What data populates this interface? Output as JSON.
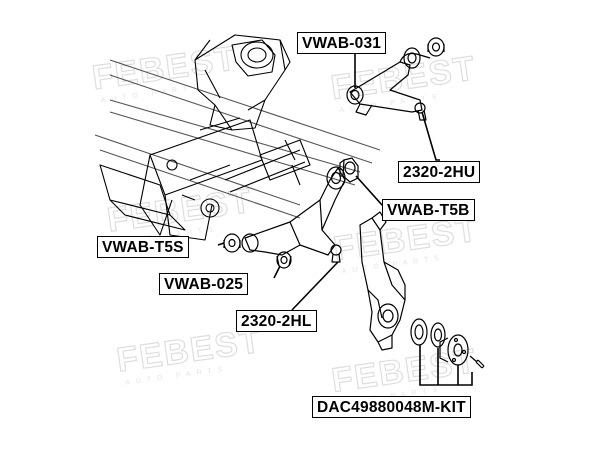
{
  "watermark": {
    "brand": "FEBEST",
    "tagline": "AUTO PARTS"
  },
  "parts": [
    {
      "id": "vwab-031",
      "label": "VWAB-031"
    },
    {
      "id": "2320-2hu",
      "label": "2320-2HU"
    },
    {
      "id": "vwab-t5b",
      "label": "VWAB-T5B"
    },
    {
      "id": "vwab-t5s",
      "label": "VWAB-T5S"
    },
    {
      "id": "vwab-025",
      "label": "VWAB-025"
    },
    {
      "id": "2320-2hl",
      "label": "2320-2HL"
    },
    {
      "id": "dac49880048m-kit",
      "label": "DAC49880048M-KIT"
    }
  ],
  "colors": {
    "line": "#000000",
    "watermark": "#dedede",
    "background": "#ffffff"
  }
}
